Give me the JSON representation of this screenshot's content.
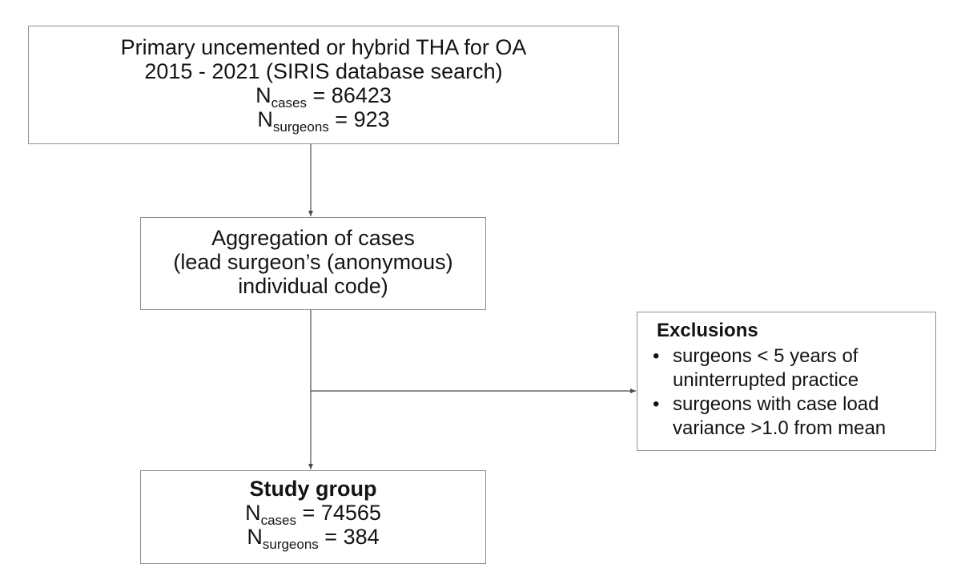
{
  "source": {
    "line1": "Primary uncemented or hybrid THA for OA",
    "line2": "2015 - 2021 (SIRIS database search)",
    "n_cases": {
      "label": "N",
      "sub": "cases",
      "eq": " = ",
      "value": "86423"
    },
    "n_surgeons": {
      "label": "N",
      "sub": "surgeons",
      "eq": " = ",
      "value": "923"
    }
  },
  "aggregation": {
    "line1": "Aggregation of cases",
    "line2": "(lead surgeon’s (anonymous)",
    "line3": "individual code)"
  },
  "exclusions": {
    "title": "Exclusions",
    "items": [
      {
        "line1": "surgeons < 5 years of",
        "line2": "uninterrupted practice"
      },
      {
        "line1": "surgeons with case load",
        "line2": "variance >1.0 from mean"
      }
    ]
  },
  "study": {
    "title": "Study group",
    "n_cases": {
      "label": "N",
      "sub": "cases",
      "eq": " = ",
      "value": "74565"
    },
    "n_surgeons": {
      "label": "N",
      "sub": "surgeons",
      "eq": " = ",
      "value": "384"
    }
  },
  "colors": {
    "border": "#8f8f8f",
    "connector": "#4a4a4a",
    "text": "#141414"
  }
}
